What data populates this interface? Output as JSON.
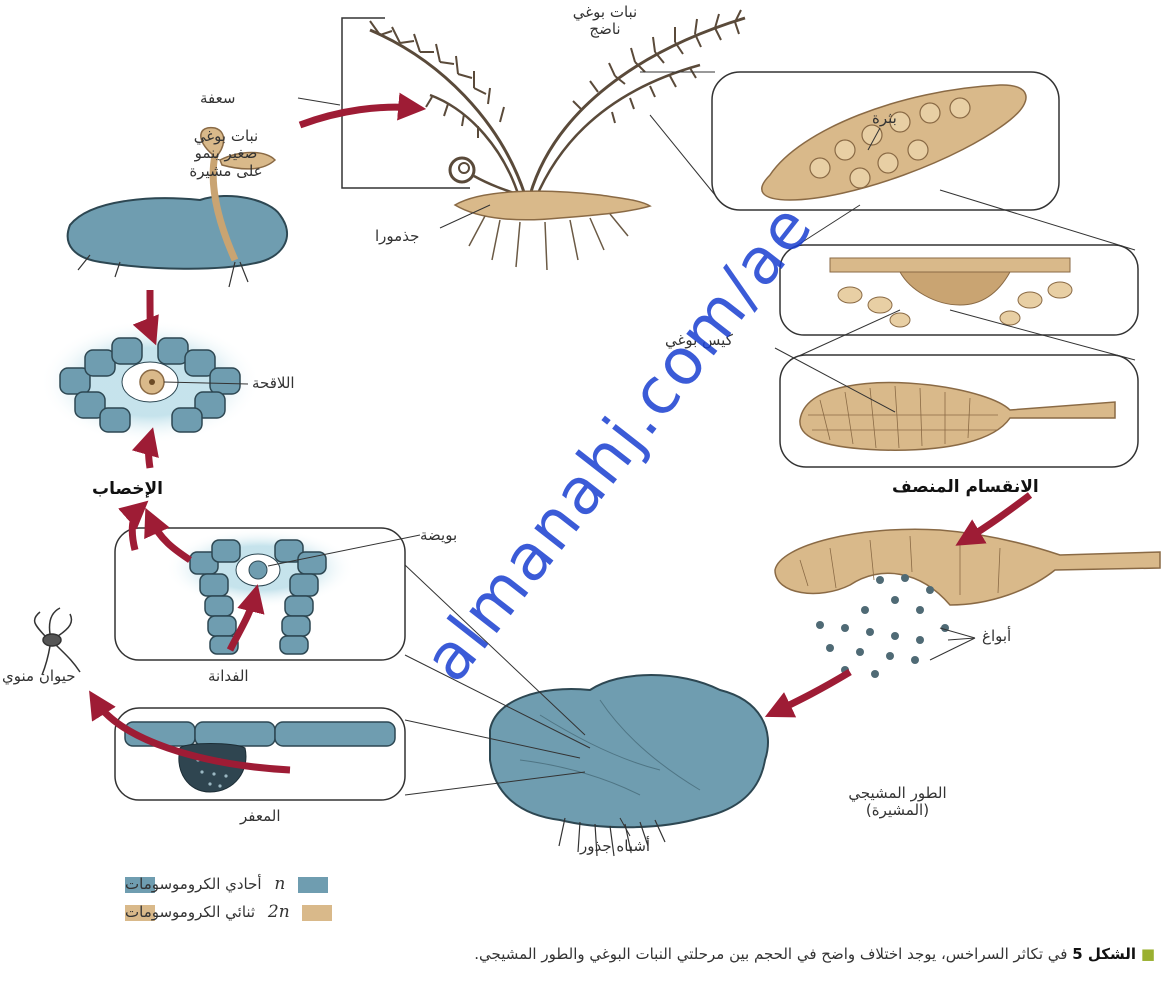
{
  "labels": {
    "mature_sporophyte": "نبات بوغي ناضج",
    "frond": "سعفة",
    "rhizome": "جذمورا",
    "young_sporophyte": "نبات بوغي صغير ينمو على مشيرة",
    "sorus": "بثرة",
    "sporangium": "كيس بوغي",
    "meiosis": "الانقسام المنصف",
    "zygote": "اللاقحة",
    "fertilization": "الإخصاب",
    "egg": "بويضة",
    "archegonium": "الفدانة",
    "sperm": "حيوان منوي",
    "antheridium": "المعفر",
    "spores": "أبواغ",
    "gametophyte": "الطور المشيجي (المشيرة)",
    "rhizoids": "أشباه جذور"
  },
  "legend": {
    "haploid_symbol": "n",
    "haploid_text": "أحادي الكروموسومات",
    "diploid_symbol": "2n",
    "diploid_text": "ثنائي الكروموسومات"
  },
  "caption": {
    "figure": "الشكل 5",
    "text": "في تكاثر السراخس، يوجد اختلاف واضح في الحجم بين مرحلتي النبات البوغي والطور المشيجي."
  },
  "watermark": "almanahj.com/ae",
  "colors": {
    "haploid": "#6f9db0",
    "diploid": "#d9b98a",
    "arrow": "#9e1c35",
    "leaf": "#5a4a3a"
  }
}
